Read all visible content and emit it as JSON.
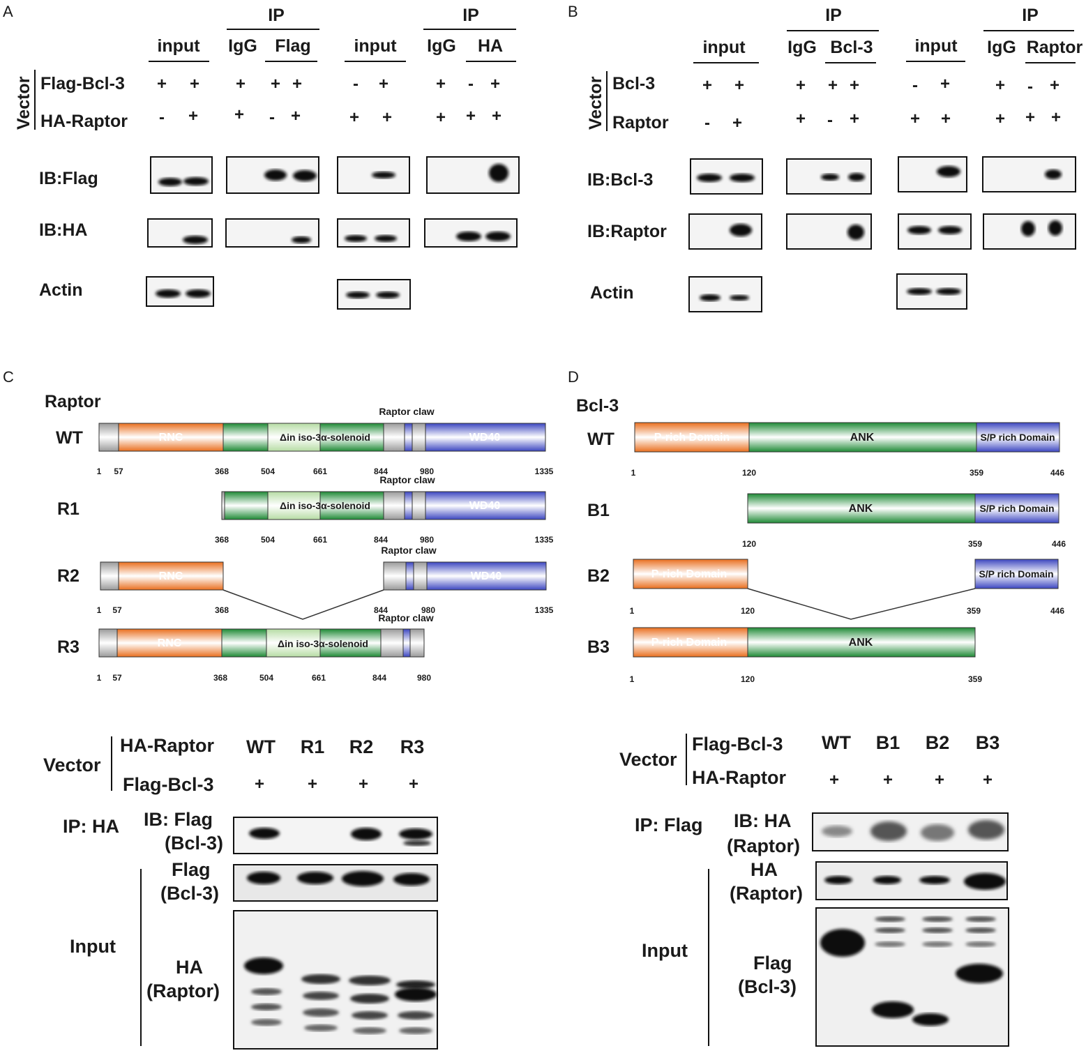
{
  "panels": {
    "A": {
      "letter": "A",
      "ip_labels": [
        "IP",
        "IP"
      ],
      "group_labels": [
        "input",
        "IgG",
        "Flag",
        "input",
        "IgG",
        "HA"
      ],
      "vector_label": "Vector",
      "row_labels": [
        "Flag-Bcl-3",
        "HA-Raptor"
      ],
      "row1_signs": [
        "+",
        "+",
        "+",
        "+",
        "+",
        "-",
        "+",
        "+",
        "-",
        "+"
      ],
      "row2_signs": [
        "-",
        "+",
        "+",
        "-",
        "+",
        "+",
        "+",
        "+",
        "+",
        "+"
      ],
      "blot_labels": [
        "IB:Flag",
        "IB:HA",
        "Actin"
      ]
    },
    "B": {
      "letter": "B",
      "ip_labels": [
        "IP",
        "IP"
      ],
      "group_labels": [
        "input",
        "IgG",
        "Bcl-3",
        "input",
        "IgG",
        "Raptor"
      ],
      "vector_label": "Vector",
      "row_labels": [
        "Bcl-3",
        "Raptor"
      ],
      "row1_signs": [
        "+",
        "+",
        "+",
        "+",
        "+",
        "-",
        "+",
        "+",
        "-",
        "+"
      ],
      "row2_signs": [
        "-",
        "+",
        "+",
        "-",
        "+",
        "+",
        "+",
        "+",
        "+",
        "+"
      ],
      "blot_labels": [
        "IB:Bcl-3",
        "IB:Raptor",
        "Actin"
      ]
    },
    "C": {
      "letter": "C",
      "protein": "Raptor",
      "constructs": [
        "WT",
        "R1",
        "R2",
        "R3"
      ],
      "domains": {
        "rnc": "RNC",
        "solenoid": "Δin iso-3α-solenoid",
        "claw": "Raptor claw",
        "wd40": "WD40"
      },
      "ticks_wt": [
        "1",
        "57",
        "368",
        "504",
        "661",
        "844",
        "980",
        "1335"
      ],
      "ticks_r1": [
        "368",
        "504",
        "661",
        "844",
        "980",
        "1335"
      ],
      "ticks_r2": [
        "1",
        "57",
        "368",
        "844",
        "980",
        "1335"
      ],
      "ticks_r3": [
        "1",
        "57",
        "368",
        "504",
        "661",
        "844",
        "980"
      ],
      "vector_label": "Vector",
      "row_labels": [
        "HA-Raptor",
        "Flag-Bcl-3"
      ],
      "lanes": [
        "WT",
        "R1",
        "R2",
        "R3"
      ],
      "signs": [
        "+",
        "+",
        "+",
        "+"
      ],
      "ip_label": "IP: HA",
      "blot1": [
        "IB: Flag",
        "(Bcl-3)"
      ],
      "blot2": [
        "Flag",
        "(Bcl-3)"
      ],
      "blot3": [
        "HA",
        "(Raptor)"
      ],
      "input_label": "Input"
    },
    "D": {
      "letter": "D",
      "protein": "Bcl-3",
      "constructs": [
        "WT",
        "B1",
        "B2",
        "B3"
      ],
      "domains": {
        "prich": "P-rich Domain",
        "ank": "ANK",
        "sp": "S/P rich Domain"
      },
      "ticks_wt": [
        "1",
        "120",
        "359",
        "446"
      ],
      "ticks_b1": [
        "120",
        "359",
        "446"
      ],
      "ticks_b2": [
        "1",
        "120",
        "359",
        "446"
      ],
      "ticks_b3": [
        "1",
        "120",
        "359"
      ],
      "vector_label": "Vector",
      "row_labels": [
        "Flag-Bcl-3",
        "HA-Raptor"
      ],
      "lanes": [
        "WT",
        "B1",
        "B2",
        "B3"
      ],
      "signs": [
        "+",
        "+",
        "+",
        "+"
      ],
      "ip_label": "IP: Flag",
      "blot1": [
        "IB: HA",
        "(Raptor)"
      ],
      "blot2": [
        "HA",
        "(Raptor)"
      ],
      "blot3": [
        "Flag",
        "(Bcl-3)"
      ],
      "input_label": "Input"
    }
  },
  "colors": {
    "orange": "#f0873c",
    "green": "#3d9a4a",
    "lightgreen": "#c8e6b8",
    "blue": "#5a63c9",
    "grey": "#b8b8b8",
    "band": "#111111",
    "blot_bg": "#f2f2f2"
  }
}
